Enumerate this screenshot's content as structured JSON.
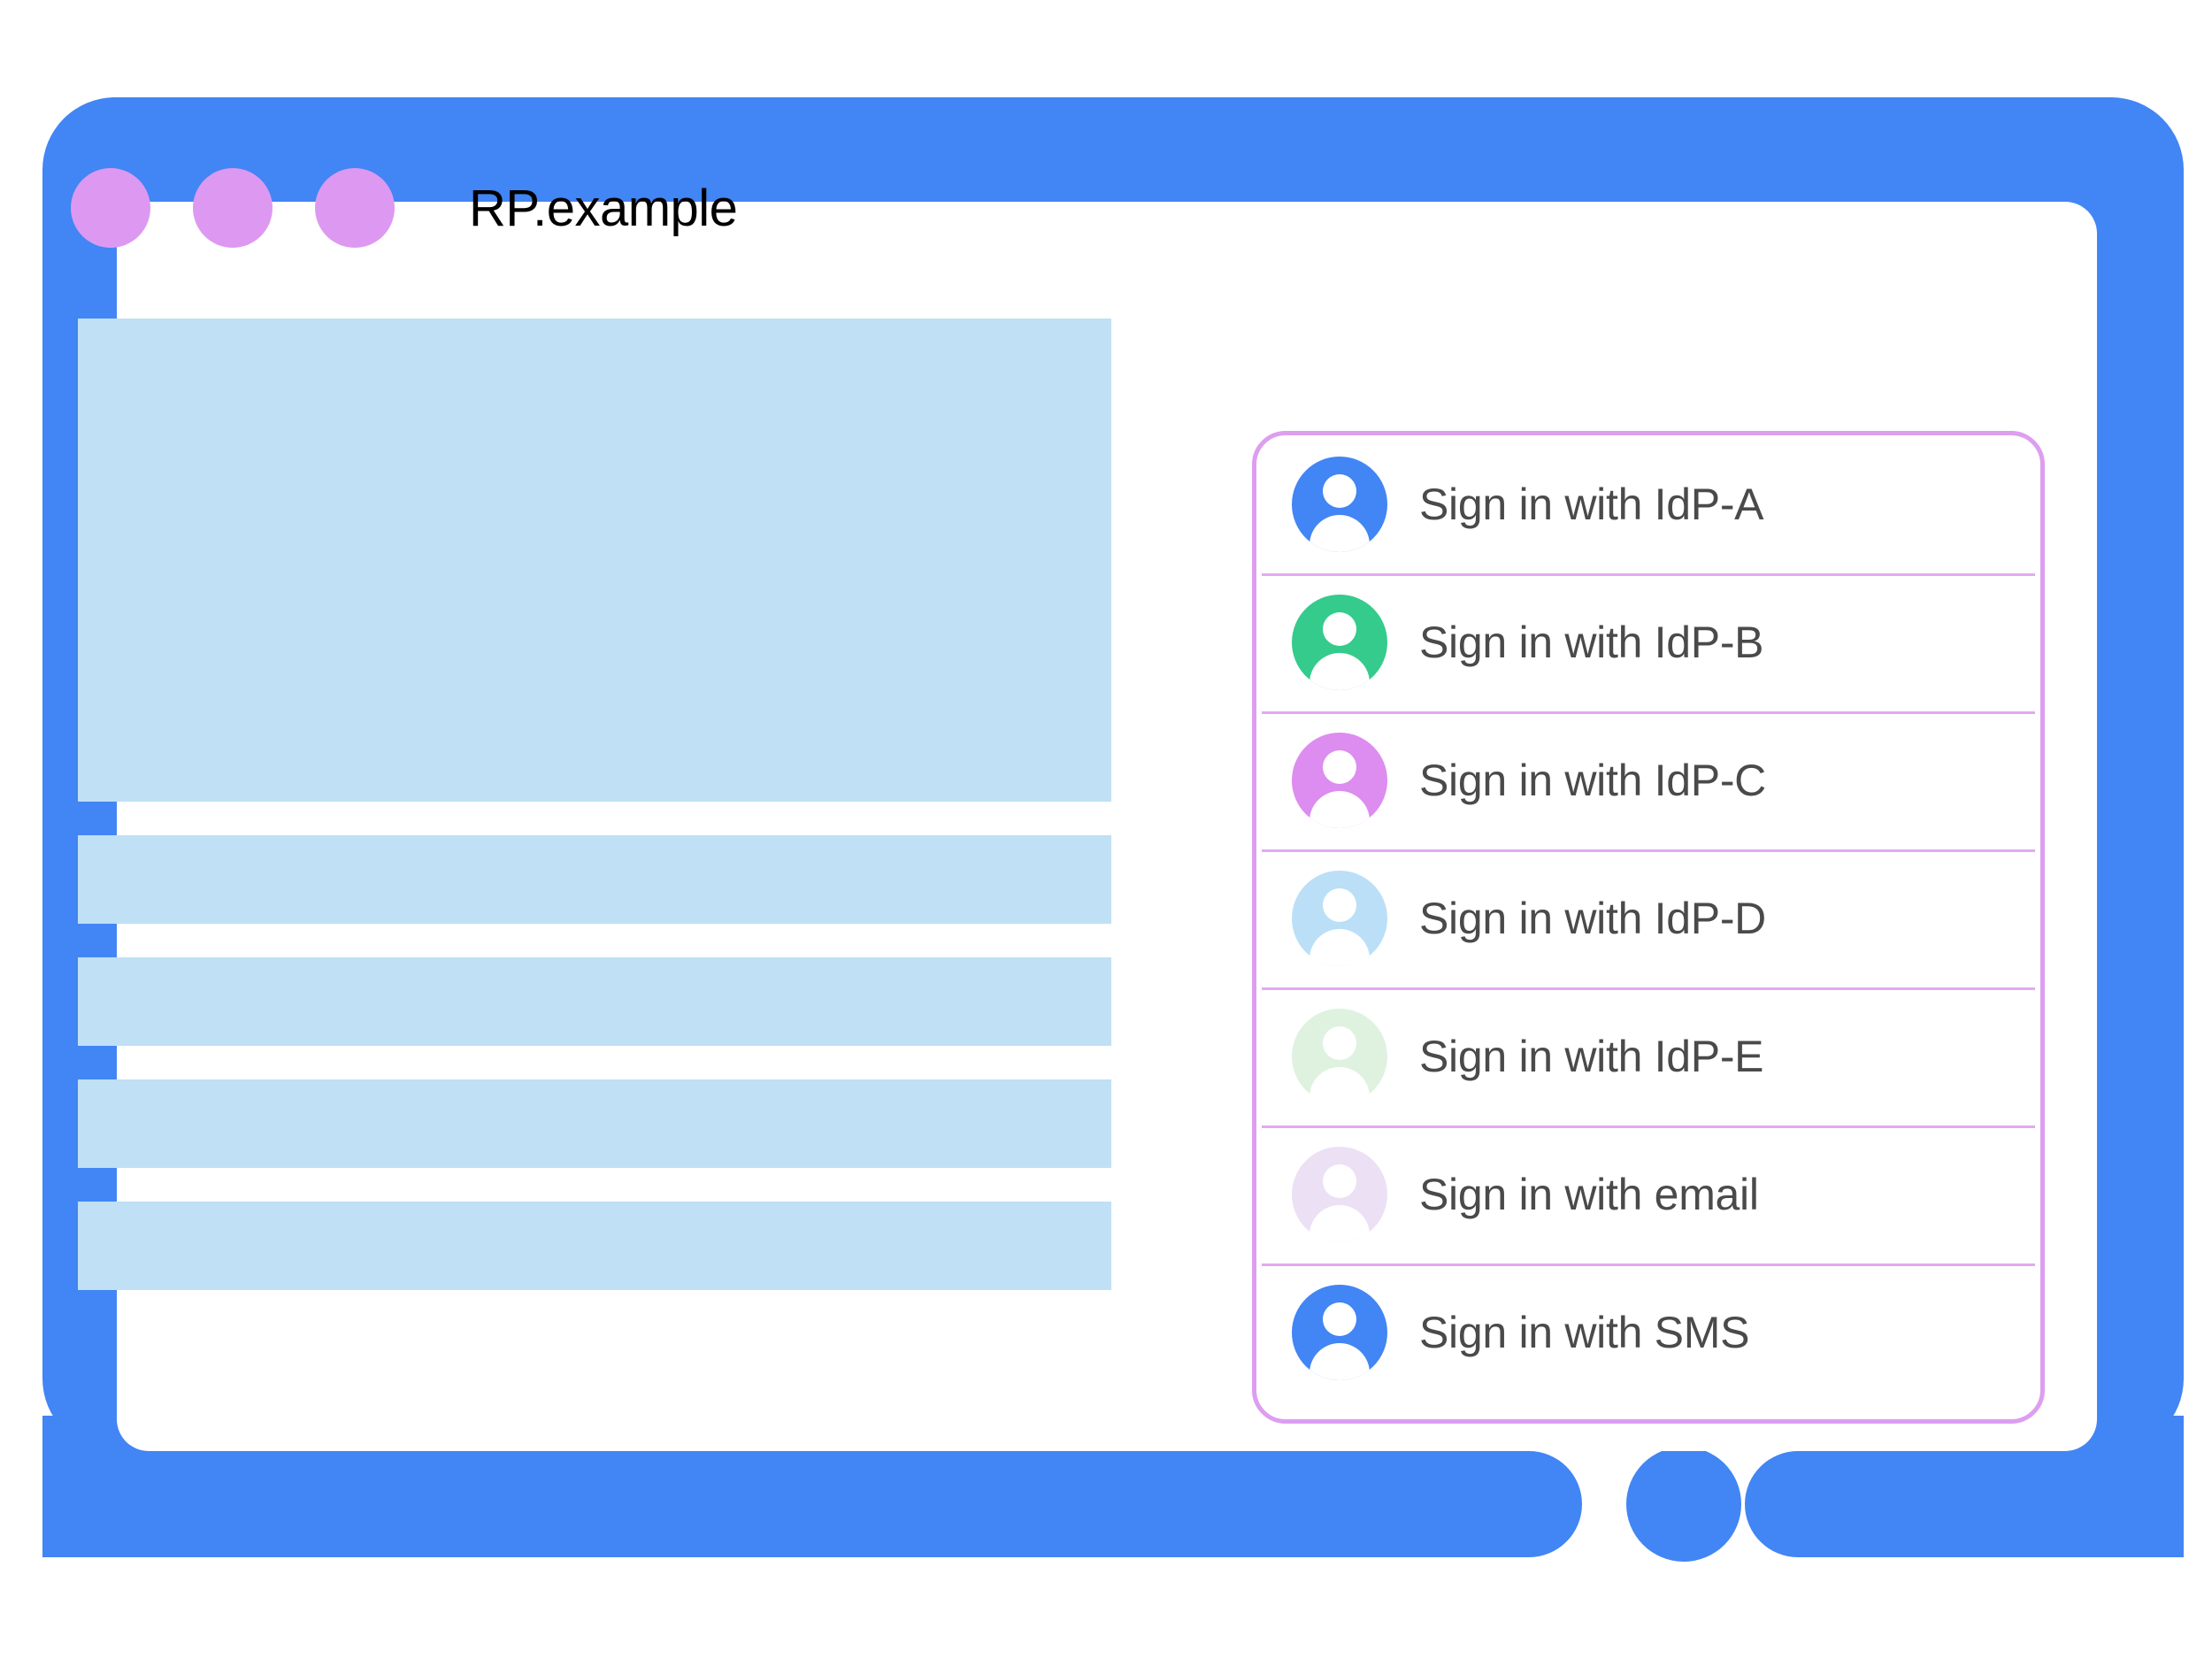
{
  "window": {
    "title": "RP.example",
    "chrome_dots": [
      "dot-1",
      "dot-2",
      "dot-3"
    ],
    "dot_color": "#dd99f2",
    "frame_color": "#4285f4",
    "screen_color": "#ffffff"
  },
  "content": {
    "skeleton_color": "#bfe0f5",
    "blocks": [
      {
        "name": "hero-placeholder",
        "kind": "hero"
      },
      {
        "name": "text-row-placeholder-1",
        "kind": "row"
      },
      {
        "name": "text-row-placeholder-2",
        "kind": "row"
      },
      {
        "name": "text-row-placeholder-3",
        "kind": "row"
      },
      {
        "name": "text-row-placeholder-4",
        "kind": "row"
      }
    ]
  },
  "signin_popup": {
    "border_color": "#dd9ef0",
    "divider_color": "#e3a9f0",
    "label_color": "#4a4a4a",
    "items": [
      {
        "label": "Sign in with IdP-A",
        "icon": "account-avatar-icon",
        "avatar_color": "#4285f4"
      },
      {
        "label": "Sign in with IdP-B",
        "icon": "account-avatar-icon",
        "avatar_color": "#34cb8d"
      },
      {
        "label": "Sign in with IdP-C",
        "icon": "account-avatar-icon",
        "avatar_color": "#dd8cf0"
      },
      {
        "label": "Sign in with IdP-D",
        "icon": "account-avatar-icon",
        "avatar_color": "#bbdff7"
      },
      {
        "label": "Sign in with IdP-E",
        "icon": "account-avatar-icon",
        "avatar_color": "#dff2e0"
      },
      {
        "label": "Sign in with email",
        "icon": "account-avatar-icon",
        "avatar_color": "#ece0f5"
      },
      {
        "label": "Sign in with SMS",
        "icon": "account-avatar-icon",
        "avatar_color": "#4285f4"
      }
    ]
  }
}
